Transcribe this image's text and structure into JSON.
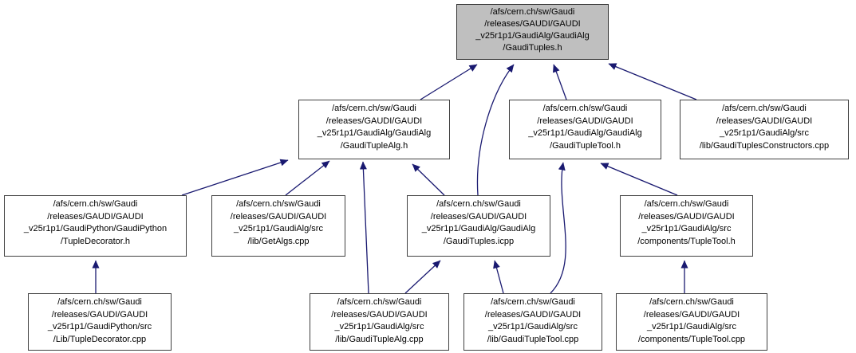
{
  "diagram": {
    "kind": "include-dependency-graph",
    "background_color": "#ffffff",
    "edge_color": "#191970",
    "node_fill": "#ffffff",
    "node_border_color": "#404040",
    "selected_node_fill": "#bfbfbf",
    "text_color": "#000000"
  },
  "nodes": [
    {
      "id": "gaudituples-h",
      "selected": true,
      "lines": [
        "/afs/cern.ch/sw/Gaudi",
        "/releases/GAUDI/GAUDI",
        "_v25r1p1/GaudiAlg/GaudiAlg",
        "/GaudiTuples.h"
      ]
    },
    {
      "id": "gaudituplealg-h",
      "selected": false,
      "lines": [
        "/afs/cern.ch/sw/Gaudi",
        "/releases/GAUDI/GAUDI",
        "_v25r1p1/GaudiAlg/GaudiAlg",
        "/GaudiTupleAlg.h"
      ]
    },
    {
      "id": "gauditupletool-h",
      "selected": false,
      "lines": [
        "/afs/cern.ch/sw/Gaudi",
        "/releases/GAUDI/GAUDI",
        "_v25r1p1/GaudiAlg/GaudiAlg",
        "/GaudiTupleTool.h"
      ]
    },
    {
      "id": "gaudituplesconstructors-cpp",
      "selected": false,
      "lines": [
        "/afs/cern.ch/sw/Gaudi",
        "/releases/GAUDI/GAUDI",
        "_v25r1p1/GaudiAlg/src",
        "/lib/GaudiTuplesConstructors.cpp"
      ]
    },
    {
      "id": "tupledecorator-h",
      "selected": false,
      "lines": [
        "/afs/cern.ch/sw/Gaudi",
        "/releases/GAUDI/GAUDI",
        "_v25r1p1/GaudiPython/GaudiPython",
        "/TupleDecorator.h"
      ]
    },
    {
      "id": "getalgs-cpp",
      "selected": false,
      "lines": [
        "/afs/cern.ch/sw/Gaudi",
        "/releases/GAUDI/GAUDI",
        "_v25r1p1/GaudiAlg/src",
        "/lib/GetAlgs.cpp"
      ]
    },
    {
      "id": "gaudituples-icpp",
      "selected": false,
      "lines": [
        "/afs/cern.ch/sw/Gaudi",
        "/releases/GAUDI/GAUDI",
        "_v25r1p1/GaudiAlg/GaudiAlg",
        "/GaudiTuples.icpp"
      ]
    },
    {
      "id": "tupletool-h",
      "selected": false,
      "lines": [
        "/afs/cern.ch/sw/Gaudi",
        "/releases/GAUDI/GAUDI",
        "_v25r1p1/GaudiAlg/src",
        "/components/TupleTool.h"
      ]
    },
    {
      "id": "tupledecorator-cpp",
      "selected": false,
      "lines": [
        "/afs/cern.ch/sw/Gaudi",
        "/releases/GAUDI/GAUDI",
        "_v25r1p1/GaudiPython/src",
        "/Lib/TupleDecorator.cpp"
      ]
    },
    {
      "id": "gaudituplealg-cpp",
      "selected": false,
      "lines": [
        "/afs/cern.ch/sw/Gaudi",
        "/releases/GAUDI/GAUDI",
        "_v25r1p1/GaudiAlg/src",
        "/lib/GaudiTupleAlg.cpp"
      ]
    },
    {
      "id": "gauditupletool-cpp",
      "selected": false,
      "lines": [
        "/afs/cern.ch/sw/Gaudi",
        "/releases/GAUDI/GAUDI",
        "_v25r1p1/GaudiAlg/src",
        "/lib/GaudiTupleTool.cpp"
      ]
    },
    {
      "id": "tupletool-cpp",
      "selected": false,
      "lines": [
        "/afs/cern.ch/sw/Gaudi",
        "/releases/GAUDI/GAUDI",
        "_v25r1p1/GaudiAlg/src",
        "/components/TupleTool.cpp"
      ]
    }
  ],
  "edges": [
    {
      "from": "gaudituplealg-h",
      "to": "gaudituples-h"
    },
    {
      "from": "gaudituples-icpp",
      "to": "gaudituples-h"
    },
    {
      "from": "gauditupletool-h",
      "to": "gaudituples-h"
    },
    {
      "from": "gaudituplesconstructors-cpp",
      "to": "gaudituples-h"
    },
    {
      "from": "tupledecorator-h",
      "to": "gaudituplealg-h"
    },
    {
      "from": "getalgs-cpp",
      "to": "gaudituplealg-h"
    },
    {
      "from": "gaudituplealg-cpp",
      "to": "gaudituplealg-h"
    },
    {
      "from": "gaudituples-icpp",
      "to": "gaudituplealg-h"
    },
    {
      "from": "gauditupletool-cpp",
      "to": "gauditupletool-h"
    },
    {
      "from": "tupletool-h",
      "to": "gauditupletool-h"
    },
    {
      "from": "tupledecorator-cpp",
      "to": "tupledecorator-h"
    },
    {
      "from": "gaudituplealg-cpp",
      "to": "gaudituples-icpp"
    },
    {
      "from": "gauditupletool-cpp",
      "to": "gaudituples-icpp"
    },
    {
      "from": "tupletool-cpp",
      "to": "tupletool-h"
    }
  ]
}
